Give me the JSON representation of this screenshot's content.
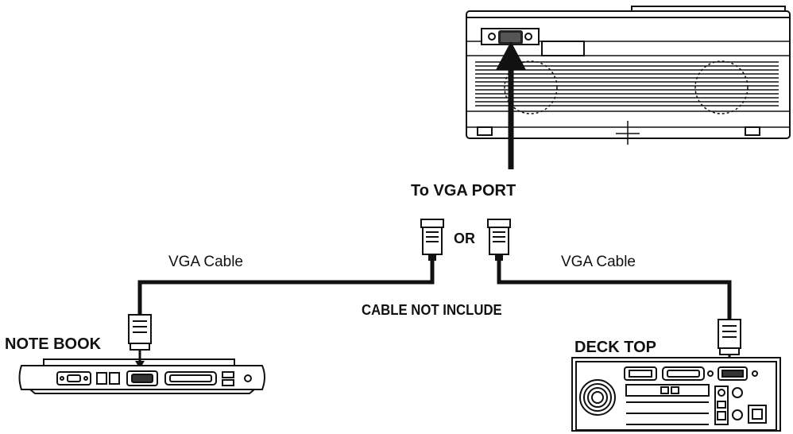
{
  "labels": {
    "vga_port": "To VGA PORT",
    "or": "OR",
    "vga_cable_left": "VGA Cable",
    "vga_cable_right": "VGA Cable",
    "cable_not_include": "CABLE NOT INCLUDE",
    "notebook": "NOTE BOOK",
    "desktop": "DECK TOP"
  },
  "colors": {
    "line": "#111111",
    "fill": "#ffffff"
  },
  "icons": [
    "projector-icon",
    "vga-plug-icon",
    "laptop-icon",
    "desktop-computer-icon",
    "arrow-up-icon"
  ]
}
